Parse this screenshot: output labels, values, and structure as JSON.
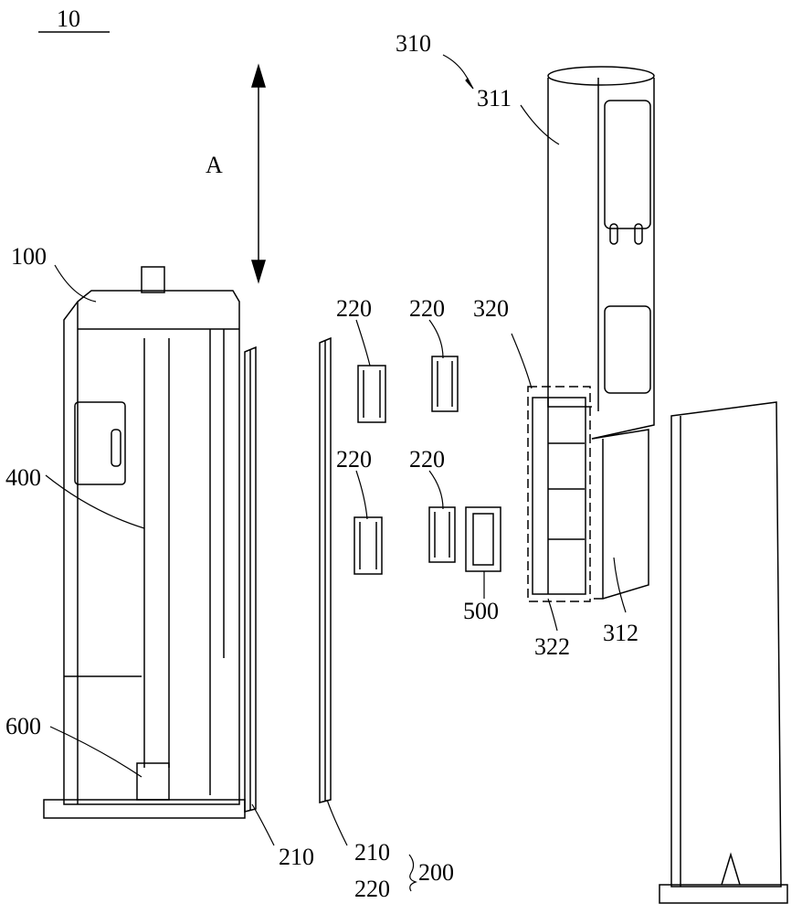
{
  "figure": {
    "ref": "10",
    "direction": "A",
    "labels": {
      "l310": "310",
      "l311": "311",
      "l100": "100",
      "l220a": "220",
      "l220b": "220",
      "l220c": "220",
      "l220d": "220",
      "l320": "320",
      "l400": "400",
      "l500": "500",
      "l322": "322",
      "l312": "312",
      "l600": "600",
      "l210a": "210",
      "l210b": "210",
      "l220e": "220",
      "l200": "200"
    }
  }
}
